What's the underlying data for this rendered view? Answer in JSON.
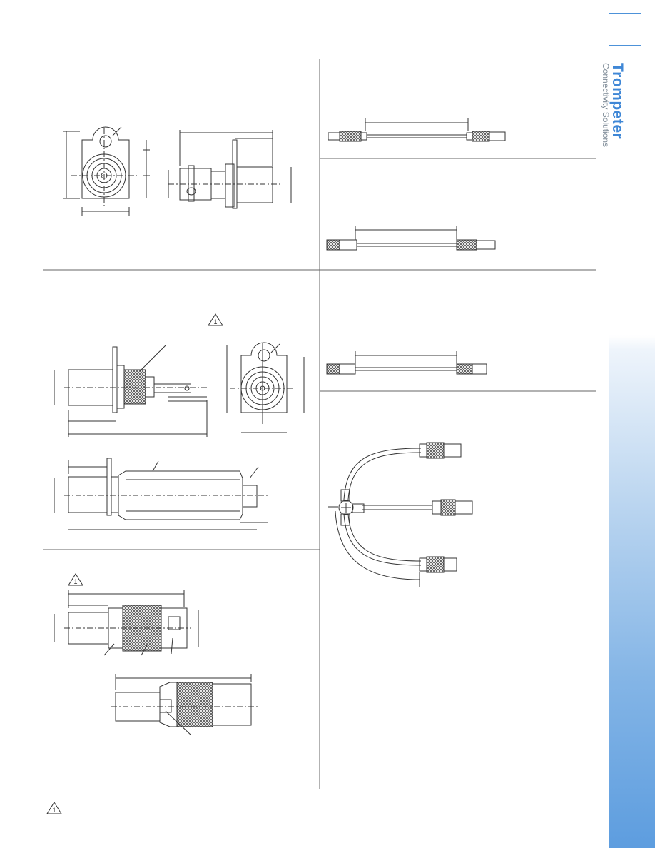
{
  "brand": {
    "name": "Trompeter",
    "tagline": "Connectivity Solutions"
  },
  "notes": {
    "warning_symbol": "1"
  },
  "colors": {
    "accent": "#3f87d6",
    "tagline": "#7f8c98",
    "line": "#555555",
    "sidebar_bottom": "#5d9ddf"
  }
}
